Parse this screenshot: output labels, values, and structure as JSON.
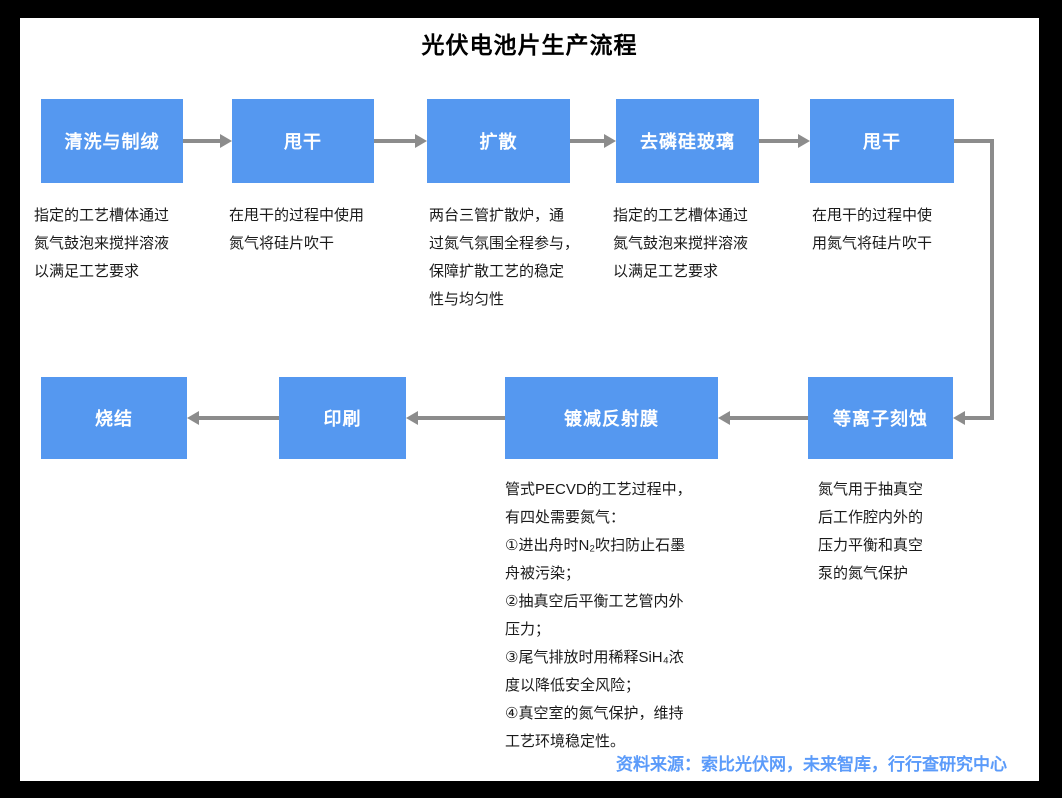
{
  "title": "光伏电池片生产流程",
  "colors": {
    "box_fill": "#5598F0",
    "box_text": "#FFFFFF",
    "arrow_gray": "#8C8C8C",
    "description_text": "#1A1A1A",
    "source_text": "#5B9BFA",
    "canvas_background": "#FFFFFF"
  },
  "flow": {
    "top_row": [
      {
        "label": "清洗与制绒",
        "description": "指定的工艺槽体通过\n氮气鼓泡来搅拌溶液\n以满足工艺要求"
      },
      {
        "label": "甩干",
        "description": "在甩干的过程中使用\n氮气将硅片吹干"
      },
      {
        "label": "扩散",
        "description": "两台三管扩散炉，通\n过氮气氛围全程参与，\n保障扩散工艺的稳定\n性与均匀性"
      },
      {
        "label": "去磷硅玻璃",
        "description": "指定的工艺槽体通过\n氮气鼓泡来搅拌溶液\n以满足工艺要求"
      },
      {
        "label": "甩干",
        "description": "在甩干的过程中使\n用氮气将硅片吹干"
      }
    ],
    "bottom_row": [
      {
        "label": "烧结",
        "description": ""
      },
      {
        "label": "印刷",
        "description": ""
      },
      {
        "label": "镀减反射膜",
        "description": "管式PECVD的工艺过程中，\n有四处需要氮气：\n①进出舟时N₂吹扫防止石墨\n舟被污染；\n②抽真空后平衡工艺管内外\n压力；\n③尾气排放时用稀释SiH₄浓\n度以降低安全风险；\n④真空室的氮气保护，维持\n工艺环境稳定性。"
      },
      {
        "label": "等离子刻蚀",
        "description": "氮气用于抽真空\n后工作腔内外的\n压力平衡和真空\n泵的氮气保护"
      }
    ]
  },
  "footer": {
    "source": "资料来源：索比光伏网，未来智库，行行查研究中心"
  }
}
